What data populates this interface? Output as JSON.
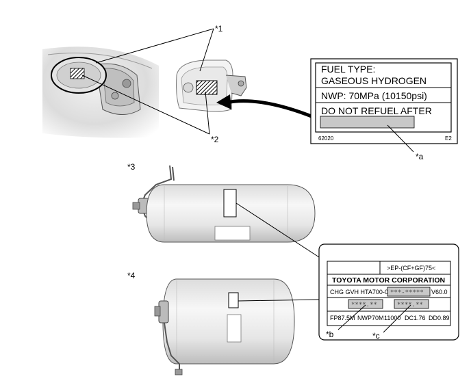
{
  "callouts": {
    "c1": "*1",
    "c2": "*2",
    "c3": "*3",
    "c4": "*4",
    "ca": "*a",
    "cb": "*b",
    "cc": "*c"
  },
  "fuel_label": {
    "line1": "FUEL TYPE:",
    "line2": "GASEOUS HYDROGEN",
    "line3": "NWP: 70MPa (10150psi)",
    "line4": "DO NOT REFUEL AFTER",
    "code_left": "62020",
    "code_right": "E2"
  },
  "tank_label": {
    "top_code": ">EP-(CF+GF)75<",
    "maker": "TOYOTA MOTOR CORPORATION",
    "model": "CHG GVH HTA700-01",
    "serial_mask": "***-*****",
    "volume": "V60.0",
    "mask_b": "****.**",
    "mask_c": "****.**",
    "fp": "FP87.5M",
    "nwp": "NWP70M",
    "cycles": "11000",
    "dc": "DC1.76",
    "dd": "DD0.89"
  },
  "colors": {
    "line": "#000000",
    "tank_light": "#f4f4f4",
    "tank_dark": "#c9c9c9",
    "hatch": "#000000",
    "mask_fill": "#c8c8c8"
  }
}
